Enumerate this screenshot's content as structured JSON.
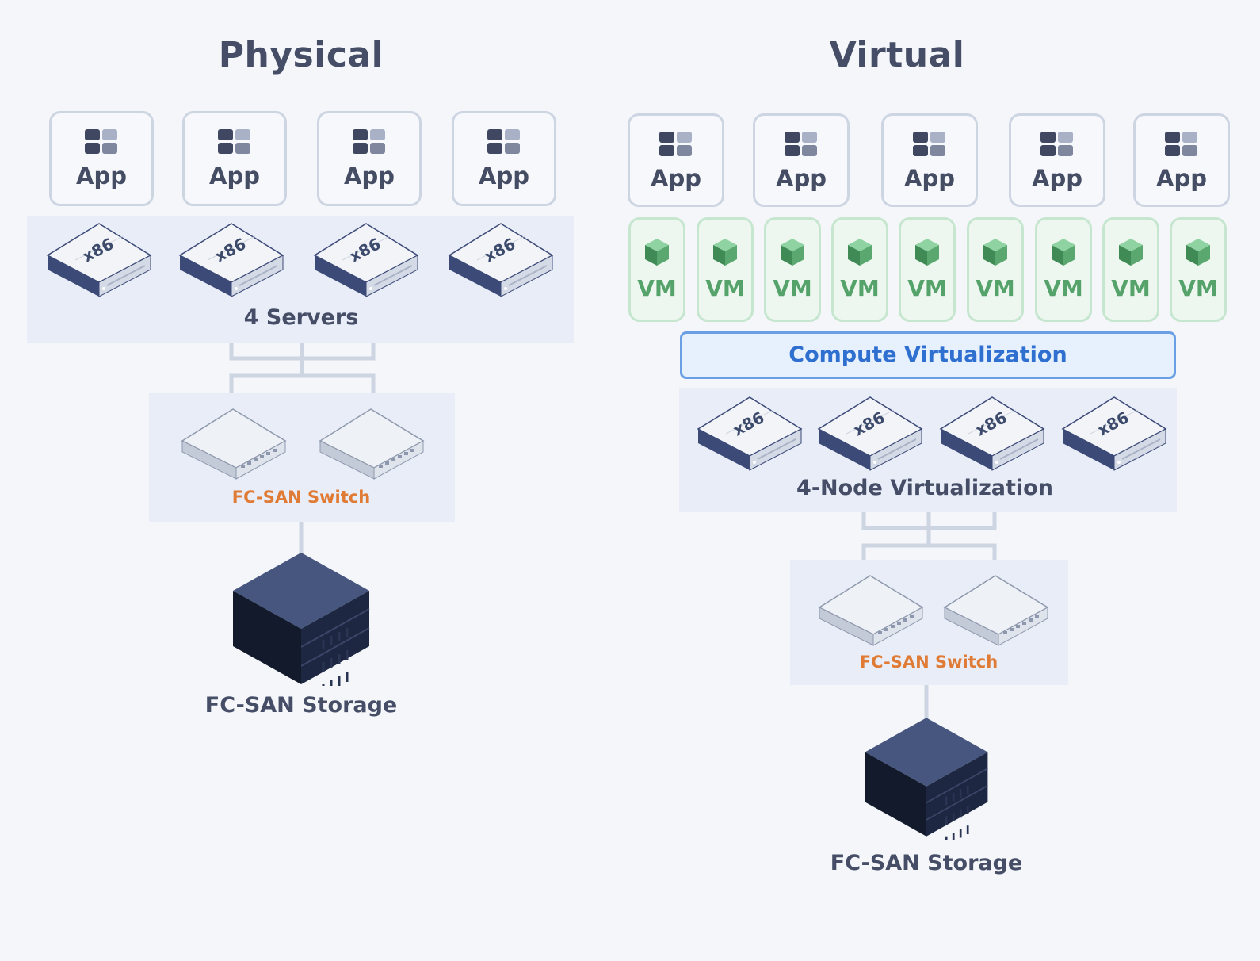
{
  "physical": {
    "title": "Physical",
    "apps": [
      "App",
      "App",
      "App",
      "App"
    ],
    "server_labels": [
      "x86",
      "x86",
      "x86",
      "x86"
    ],
    "servers_caption": "4 Servers",
    "switch_caption": "FC-SAN Switch",
    "storage_caption": "FC-SAN Storage"
  },
  "virtual": {
    "title": "Virtual",
    "apps": [
      "App",
      "App",
      "App",
      "App",
      "App"
    ],
    "vms": [
      "VM",
      "VM",
      "VM",
      "VM",
      "VM",
      "VM",
      "VM",
      "VM",
      "VM"
    ],
    "compute_virtualization": "Compute Virtualization",
    "server_labels": [
      "x86",
      "x86",
      "x86",
      "x86"
    ],
    "nodes_caption": "4-Node Virtualization",
    "switch_caption": "FC-SAN Switch",
    "storage_caption": "FC-SAN Storage"
  },
  "colors": {
    "heading": "#454e66",
    "panel": "#e8edf8",
    "vm_green": "#55a36a",
    "switch_orange": "#e07b36",
    "compute_blue": "#2f6fd0",
    "server_navy": "#3c4a78"
  },
  "icons": {
    "app": "app-grid-icon",
    "vm": "cube-icon",
    "server": "x86-server-icon",
    "switch": "network-switch-icon",
    "storage": "storage-array-icon"
  }
}
